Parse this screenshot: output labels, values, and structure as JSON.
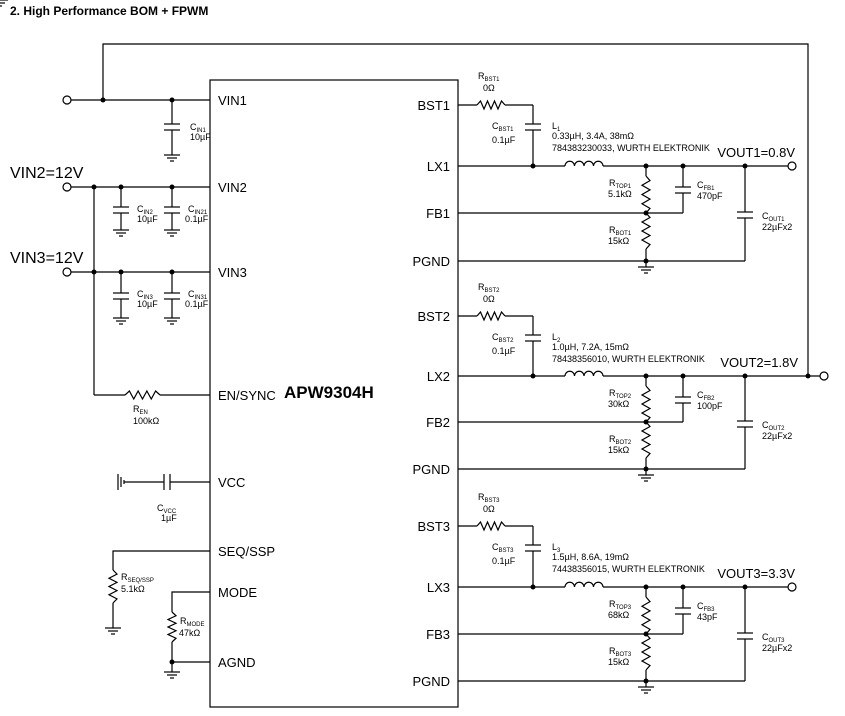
{
  "title": "2. High Performance BOM + FPWM",
  "chip": {
    "name": "APW9304H",
    "pins_left": [
      "VIN1",
      "VIN2",
      "VIN3",
      "EN/SYNC",
      "VCC",
      "SEQ/SSP",
      "MODE",
      "AGND"
    ],
    "pins_right": [
      "BST1",
      "LX1",
      "FB1",
      "PGND",
      "BST2",
      "LX2",
      "FB2",
      "PGND",
      "BST3",
      "LX3",
      "FB3",
      "PGND"
    ]
  },
  "inputs": {
    "vin2": "VIN2=12V",
    "vin3": "VIN3=12V"
  },
  "input_caps": {
    "cin1": {
      "pre": "C",
      "sub": "IN1",
      "val": "10µF"
    },
    "cin2": {
      "pre": "C",
      "sub": "IN2",
      "val": "10µF"
    },
    "cin21": {
      "pre": "C",
      "sub": "IN21",
      "val": "0.1µF"
    },
    "cin3": {
      "pre": "C",
      "sub": "IN3",
      "val": "10µF"
    },
    "cin31": {
      "pre": "C",
      "sub": "IN31",
      "val": "0.1µF"
    }
  },
  "control": {
    "ren": {
      "pre": "R",
      "sub": "EN",
      "val": "100kΩ"
    },
    "cvcc": {
      "pre": "C",
      "sub": "VCC",
      "val": "1µF"
    },
    "rseq": {
      "pre": "R",
      "sub": "SEQ/SSP",
      "val": "5.1kΩ"
    },
    "rmode": {
      "pre": "R",
      "sub": "MODE",
      "val": "47kΩ"
    }
  },
  "channels": [
    {
      "rbst": {
        "pre": "R",
        "sub": "BST1",
        "val": "0Ω"
      },
      "cbst": {
        "pre": "C",
        "sub": "BST1",
        "val": "0.1µF"
      },
      "inductor": {
        "pre": "L",
        "sub": "1",
        "spec": "0.33µH, 3.4A, 38mΩ",
        "part": "784383230033, WURTH ELEKTRONIK"
      },
      "vout": "VOUT1=0.8V",
      "rtop": {
        "pre": "R",
        "sub": "TOP1",
        "val": "5.1kΩ"
      },
      "rbot": {
        "pre": "R",
        "sub": "BOT1",
        "val": "15kΩ"
      },
      "cfb": {
        "pre": "C",
        "sub": "FB1",
        "val": "470pF"
      },
      "cout": {
        "pre": "C",
        "sub": "OUT1",
        "val": "22µFx2"
      }
    },
    {
      "rbst": {
        "pre": "R",
        "sub": "BST2",
        "val": "0Ω"
      },
      "cbst": {
        "pre": "C",
        "sub": "BST2",
        "val": "0.1µF"
      },
      "inductor": {
        "pre": "L",
        "sub": "2",
        "spec": "1.0µH, 7.2A, 15mΩ",
        "part": "78438356010, WURTH ELEKTRONIK"
      },
      "vout": "VOUT2=1.8V",
      "rtop": {
        "pre": "R",
        "sub": "TOP2",
        "val": "30kΩ"
      },
      "rbot": {
        "pre": "R",
        "sub": "BOT2",
        "val": "15kΩ"
      },
      "cfb": {
        "pre": "C",
        "sub": "FB2",
        "val": "100pF"
      },
      "cout": {
        "pre": "C",
        "sub": "OUT2",
        "val": "22µFx2"
      }
    },
    {
      "rbst": {
        "pre": "R",
        "sub": "BST3",
        "val": "0Ω"
      },
      "cbst": {
        "pre": "C",
        "sub": "BST3",
        "val": "0.1µF"
      },
      "inductor": {
        "pre": "L",
        "sub": "3",
        "spec": "1.5µH, 8.6A, 19mΩ",
        "part": "74438356015, WURTH ELEKTRONIK"
      },
      "vout": "VOUT3=3.3V",
      "rtop": {
        "pre": "R",
        "sub": "TOP3",
        "val": "68kΩ"
      },
      "rbot": {
        "pre": "R",
        "sub": "BOT3",
        "val": "15kΩ"
      },
      "cfb": {
        "pre": "C",
        "sub": "FB3",
        "val": "43pF"
      },
      "cout": {
        "pre": "C",
        "sub": "OUT3",
        "val": "22µFx2"
      }
    }
  ]
}
